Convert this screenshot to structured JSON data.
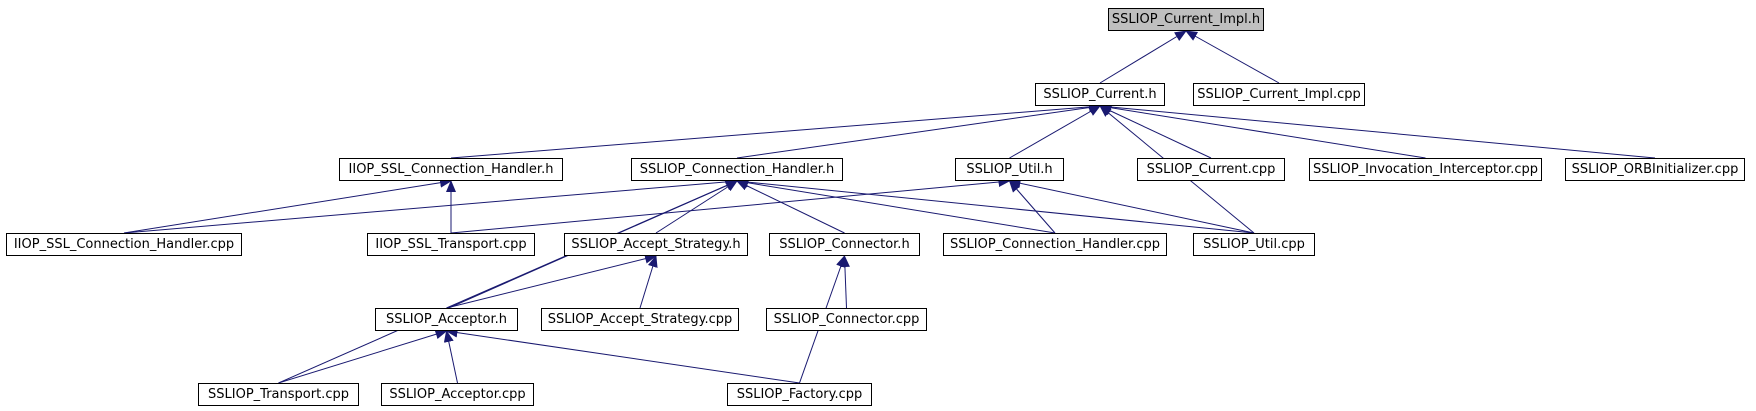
{
  "root": "SSLIOP_Current_Impl.h",
  "nodes": {
    "current_impl_h": "SSLIOP_Current_Impl.h",
    "current_h": "SSLIOP_Current.h",
    "current_impl_cpp": "SSLIOP_Current_Impl.cpp",
    "iiop_ssl_conn_handler_h": "IIOP_SSL_Connection_Handler.h",
    "conn_handler_h": "SSLIOP_Connection_Handler.h",
    "util_h": "SSLIOP_Util.h",
    "current_cpp": "SSLIOP_Current.cpp",
    "invocation_interceptor_cpp": "SSLIOP_Invocation_Interceptor.cpp",
    "orbinitializer_cpp": "SSLIOP_ORBInitializer.cpp",
    "iiop_ssl_conn_handler_cpp": "IIOP_SSL_Connection_Handler.cpp",
    "iiop_ssl_transport_cpp": "IIOP_SSL_Transport.cpp",
    "accept_strategy_h": "SSLIOP_Accept_Strategy.h",
    "connector_h": "SSLIOP_Connector.h",
    "conn_handler_cpp": "SSLIOP_Connection_Handler.cpp",
    "util_cpp": "SSLIOP_Util.cpp",
    "acceptor_h": "SSLIOP_Acceptor.h",
    "accept_strategy_cpp": "SSLIOP_Accept_Strategy.cpp",
    "connector_cpp": "SSLIOP_Connector.cpp",
    "transport_cpp": "SSLIOP_Transport.cpp",
    "acceptor_cpp": "SSLIOP_Acceptor.cpp",
    "factory_cpp": "SSLIOP_Factory.cpp"
  },
  "edges": [
    [
      "current_h",
      "current_impl_h"
    ],
    [
      "current_impl_cpp",
      "current_impl_h"
    ],
    [
      "iiop_ssl_conn_handler_h",
      "current_h"
    ],
    [
      "conn_handler_h",
      "current_h"
    ],
    [
      "util_h",
      "current_h"
    ],
    [
      "current_cpp",
      "current_h"
    ],
    [
      "invocation_interceptor_cpp",
      "current_h"
    ],
    [
      "orbinitializer_cpp",
      "current_h"
    ],
    [
      "util_cpp",
      "current_h"
    ],
    [
      "iiop_ssl_conn_handler_cpp",
      "iiop_ssl_conn_handler_h"
    ],
    [
      "iiop_ssl_transport_cpp",
      "iiop_ssl_conn_handler_h"
    ],
    [
      "iiop_ssl_conn_handler_cpp",
      "conn_handler_h"
    ],
    [
      "accept_strategy_h",
      "conn_handler_h"
    ],
    [
      "connector_h",
      "conn_handler_h"
    ],
    [
      "conn_handler_cpp",
      "conn_handler_h"
    ],
    [
      "util_cpp",
      "conn_handler_h"
    ],
    [
      "acceptor_h",
      "conn_handler_h"
    ],
    [
      "transport_cpp",
      "conn_handler_h"
    ],
    [
      "iiop_ssl_transport_cpp",
      "util_h"
    ],
    [
      "conn_handler_cpp",
      "util_h"
    ],
    [
      "util_cpp",
      "util_h"
    ],
    [
      "acceptor_h",
      "accept_strategy_h"
    ],
    [
      "accept_strategy_cpp",
      "accept_strategy_h"
    ],
    [
      "connector_cpp",
      "connector_h"
    ],
    [
      "factory_cpp",
      "connector_h"
    ],
    [
      "transport_cpp",
      "acceptor_h"
    ],
    [
      "acceptor_cpp",
      "acceptor_h"
    ],
    [
      "factory_cpp",
      "acceptor_h"
    ]
  ],
  "colors": {
    "edge": "#191970",
    "root_fill": "#bfbfbf",
    "border": "#000000"
  }
}
